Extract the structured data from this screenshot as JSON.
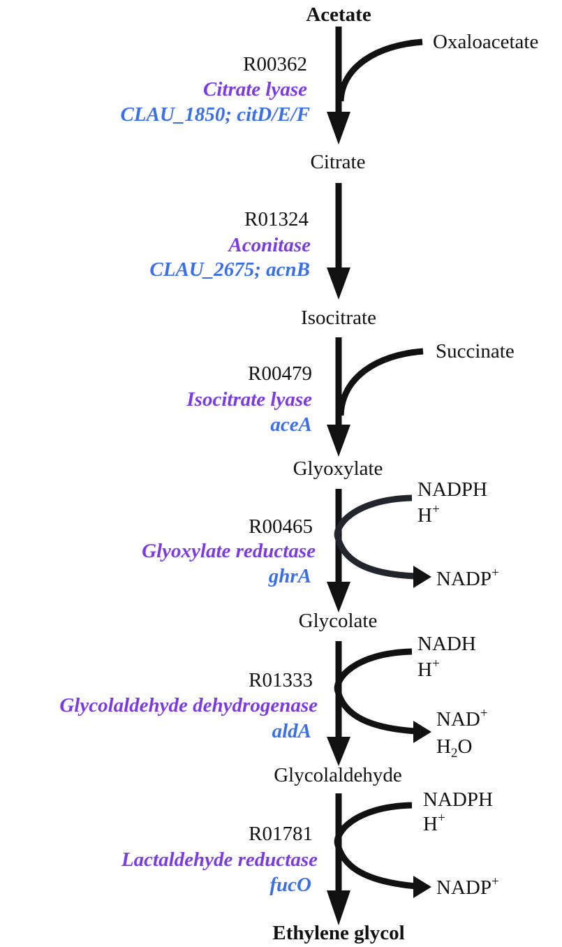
{
  "compounds": {
    "acetate": "Acetate",
    "citrate": "Citrate",
    "isocitrate": "Isocitrate",
    "glyoxylate": "Glyoxylate",
    "glycolate": "Glycolate",
    "glycolaldehyde": "Glycolaldehyde",
    "ethylene_glycol": "Ethylene glycol"
  },
  "steps": [
    {
      "reaction_id": "R00362",
      "enzyme": "Citrate lyase",
      "gene": "CLAU_1850; citD/E/F"
    },
    {
      "reaction_id": "R01324",
      "enzyme": "Aconitase",
      "gene": "CLAU_2675; acnB"
    },
    {
      "reaction_id": "R00479",
      "enzyme": "Isocitrate lyase",
      "gene": "aceA"
    },
    {
      "reaction_id": "R00465",
      "enzyme": "Glyoxylate reductase",
      "gene": "ghrA"
    },
    {
      "reaction_id": "R01333",
      "enzyme": "Glycolaldehyde dehydrogenase",
      "gene": "aldA"
    },
    {
      "reaction_id": "R01781",
      "enzyme": "Lactaldehyde reductase",
      "gene": "fucO"
    }
  ],
  "side_compounds": {
    "oxaloacetate": "Oxaloacetate",
    "succinate": "Succinate",
    "nadph_1": "NADPH",
    "h_1": "H",
    "nadp_1": "NADP",
    "nadh": "NADH",
    "h_2": "H",
    "nad": "NAD",
    "h2o_h": "H",
    "h2o_sub": "2",
    "h2o_o": "O",
    "nadph_2": "NADPH",
    "h_3": "H",
    "nadp_2": "NADP",
    "plus": "+"
  },
  "colors": {
    "enzyme": "#7a3be0",
    "gene": "#3a6fe6",
    "arrow": "#111111"
  }
}
